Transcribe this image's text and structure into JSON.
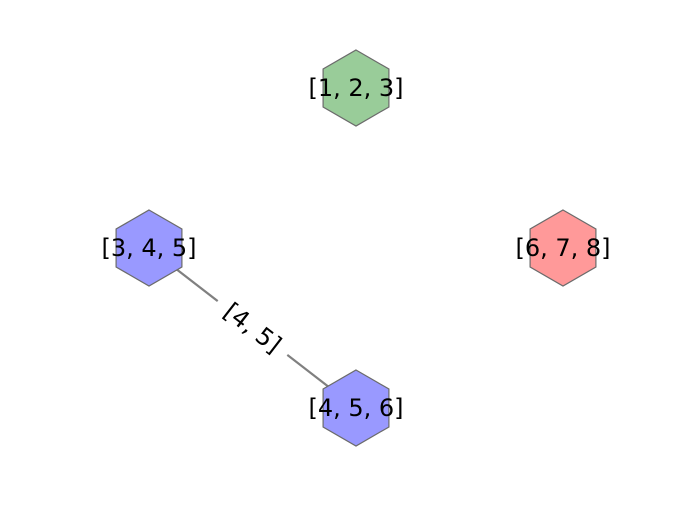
{
  "graph": {
    "nodes": [
      {
        "id": "n123",
        "label": "[1, 2, 3]",
        "color": "#99cc99"
      },
      {
        "id": "n345",
        "label": "[3, 4, 5]",
        "color": "#9999ff"
      },
      {
        "id": "n678",
        "label": "[6, 7, 8]",
        "color": "#ff9999"
      },
      {
        "id": "n456",
        "label": "[4, 5, 6]",
        "color": "#9999ff"
      }
    ],
    "edges": [
      {
        "source": "n345",
        "target": "n456",
        "label": "[4, 5]",
        "color": "#808080"
      }
    ],
    "node_border_color": "#6b6b6b"
  }
}
